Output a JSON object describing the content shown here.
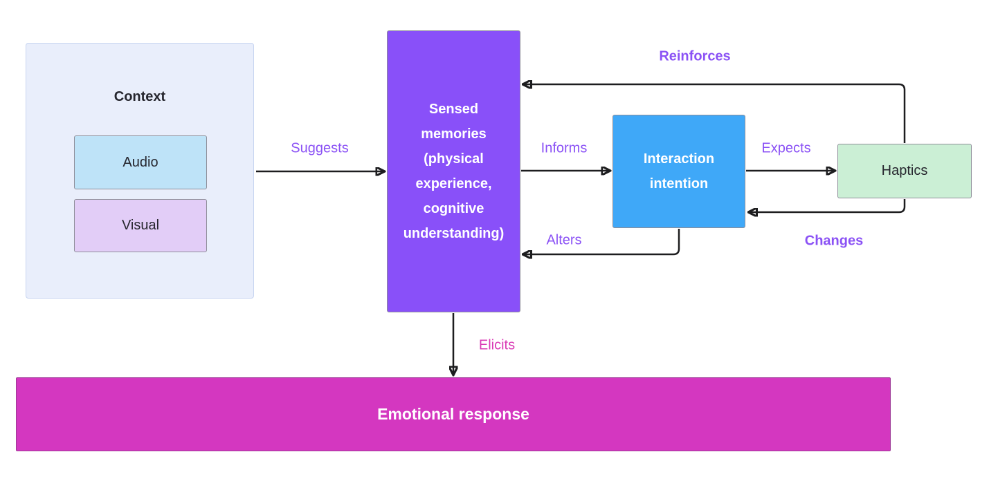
{
  "diagram": {
    "nodes": {
      "context": {
        "title": "Context"
      },
      "audio": {
        "label": "Audio"
      },
      "visual": {
        "label": "Visual"
      },
      "sensed_memories": {
        "label": "Sensed memories (physical experience, cognitive understanding)"
      },
      "interaction_intention": {
        "label": "Interaction intention"
      },
      "haptics": {
        "label": "Haptics"
      },
      "emotional_response": {
        "label": "Emotional response"
      }
    },
    "edges": [
      {
        "label": "Suggests",
        "from": "context",
        "to": "sensed_memories"
      },
      {
        "label": "Informs",
        "from": "sensed_memories",
        "to": "interaction_intention"
      },
      {
        "label": "Expects",
        "from": "interaction_intention",
        "to": "haptics"
      },
      {
        "label": "Reinforces",
        "from": "haptics",
        "to": "sensed_memories"
      },
      {
        "label": "Changes",
        "from": "haptics",
        "to": "interaction_intention"
      },
      {
        "label": "Alters",
        "from": "interaction_intention",
        "to": "sensed_memories"
      },
      {
        "label": "Elicits",
        "from": "sensed_memories",
        "to": "emotional_response"
      }
    ],
    "colors": {
      "context_fill": "#E9EEFB",
      "context_border": "#C7D4F1",
      "audio_fill": "#BEE3F8",
      "visual_fill": "#E2CDF7",
      "sensed_fill": "#8950F9",
      "interaction_fill": "#3FA8F8",
      "haptics_fill": "#CBEFD5",
      "emotional_fill": "#D437C0",
      "node_border": "#8E8E99",
      "edge_label_purple": "#8B52F5",
      "edge_label_pink": "#D93AB5",
      "arrow_color": "#1D1D1F",
      "text_dark": "#26262E"
    }
  }
}
